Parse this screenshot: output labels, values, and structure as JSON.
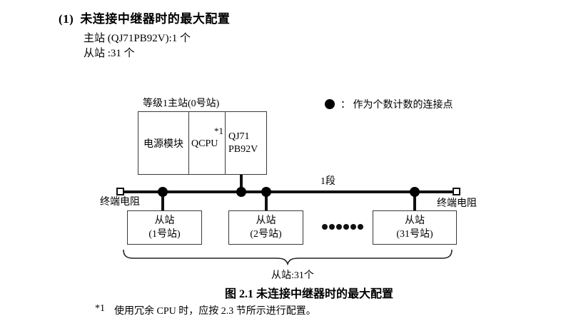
{
  "page": {
    "heading_number": "(1)",
    "heading_text": "未连接中继器时的最大配置",
    "line_master": "主站 (QJ71PB92V):1 个",
    "line_slave": "从站 :31 个"
  },
  "legend": {
    "dot_color": "#000000",
    "text": "：  作为个数计数的连接点"
  },
  "diagram": {
    "master_label": "等级1主站(0号站)",
    "master_cells": {
      "power": "电源模块",
      "cpu": "QCPU",
      "cpu_note": "*1",
      "module_line1": "QJ71",
      "module_line2": "PB92V"
    },
    "segment_label": "1段",
    "terminator_left_label": "终端电阻",
    "terminator_right_label": "终端电阻",
    "slaves": [
      {
        "line1": "从站",
        "line2": "(1号站)"
      },
      {
        "line1": "从站",
        "line2": "(2号站)"
      },
      {
        "line1": "从站",
        "line2": "(31号站)"
      }
    ],
    "brace_label": "从站:31个",
    "line_color": "#111111"
  },
  "caption": "图 2.1 未连接中继器时的最大配置",
  "footnote": {
    "marker": "*1",
    "text": "使用冗余 CPU 时，应按 2.3 节所示进行配置。"
  }
}
